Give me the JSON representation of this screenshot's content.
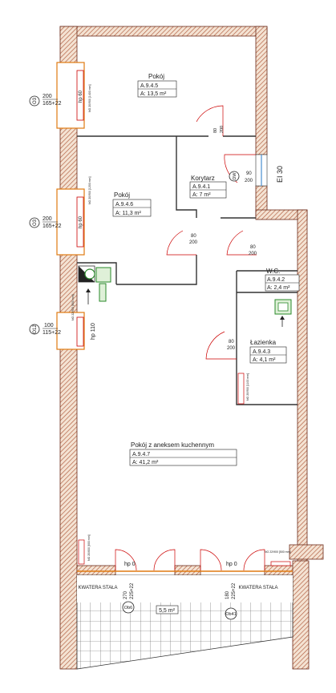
{
  "rooms": [
    {
      "name": "Pokój",
      "code": "A.9.4.5",
      "area": "A: 13,5 m²"
    },
    {
      "name": "Pokój",
      "code": "A.9.4.6",
      "area": "A: 11,3 m²"
    },
    {
      "name": "Korytarz",
      "code": "A.9.4.1",
      "area": "A: 7 m²"
    },
    {
      "name": "W.C.",
      "code": "A.9.4.2",
      "area": "A: 2,4 m²"
    },
    {
      "name": "Łazienka",
      "code": "A.9.4.3",
      "area": "A: 4,1 m²"
    },
    {
      "name": "Pokój z aneksem kuchennym",
      "code": "A.9.4.7",
      "area": "A: 41,2 m²"
    }
  ],
  "windows": [
    {
      "tag": "O3",
      "width": "200",
      "height": "165+22",
      "dims": "hp 60",
      "note": "NG 20/900 [1400 mm]"
    },
    {
      "tag": "O3",
      "width": "200",
      "height": "165+22",
      "dims": "hp 60",
      "note": "NG 20/900 [1200 mm]"
    },
    {
      "tag": "O12",
      "width": "100",
      "height": "115+22",
      "dims": "hp 110",
      "note": "NG 22/900 [600 mm]"
    }
  ],
  "doors": [
    {
      "width": "80",
      "height": "200"
    },
    {
      "width": "90",
      "height": "200"
    },
    {
      "width": "80",
      "height": "200"
    },
    {
      "width": "80",
      "height": "200"
    },
    {
      "width": "80",
      "height": "200"
    }
  ],
  "entrance": {
    "tag": "DW",
    "label": "EI 30"
  },
  "heaters": [
    {
      "label": "NG 20/900 [1100 mm]"
    },
    {
      "label": "NG 20/600 [600 mm]"
    },
    {
      "label": "NG 22/900 [500 mm]"
    }
  ],
  "balcony": {
    "left_text": "KWATERA STAŁA",
    "right_text": "KWATERA STAŁA",
    "door_left": {
      "tag": "Ob6",
      "width": "270",
      "height": "225+22",
      "hp": "hp 0"
    },
    "door_right": {
      "tag": "Ob41",
      "width": "180",
      "height": "225+22",
      "hp": "hp 0"
    },
    "area": "5,5 m²"
  }
}
